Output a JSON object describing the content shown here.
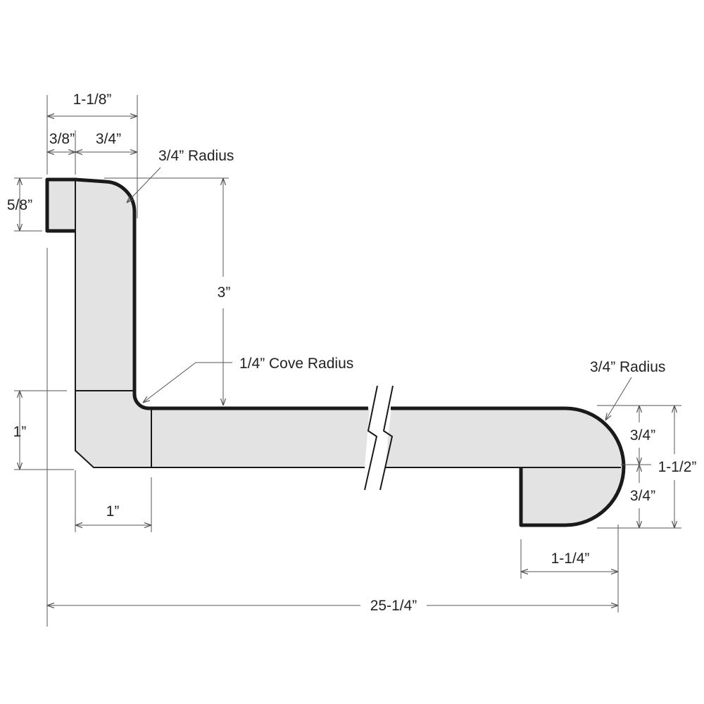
{
  "colors": {
    "profile_fill": "#e3e3e3",
    "outline": "#1a1a1a",
    "dimension_line": "#555555",
    "text": "#222222",
    "background": "#ffffff"
  },
  "dimensions": {
    "top_overall_width": "1-1/8”",
    "left_lip_width": "3/8”",
    "riser_width": "3/4”",
    "left_lip_height": "5/8”",
    "riser_height": "3”",
    "base_height": "1”",
    "base_width": "1”",
    "nose_upper": "3/4”",
    "nose_lower": "3/4”",
    "nose_total": "1-1/2”",
    "nose_return": "1-1/4”",
    "overall_length": "25-1/4”"
  },
  "callouts": {
    "top_radius": "3/4” Radius",
    "cove_radius": "1/4” Cove Radius",
    "nose_radius": "3/4” Radius"
  }
}
